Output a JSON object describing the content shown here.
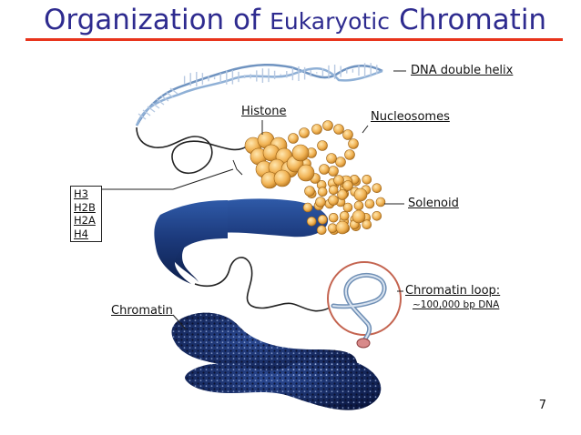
{
  "slide": {
    "title_part1": "Organization of",
    "title_part2": "Eukaryotic",
    "title_part3": "Chromatin",
    "page_number": "7"
  },
  "labels": {
    "dna_double_helix": "DNA double helix",
    "histone": "Histone",
    "nucleosomes": "Nucleosomes",
    "solenoid": "Solenoid",
    "chromatin_loop": "Chromatin loop:",
    "chromatin_loop_detail": "~100,000 bp DNA",
    "chromatin": "Chromatin"
  },
  "histone_list": [
    "H3",
    "H2B",
    "H2A",
    "H4"
  ],
  "colors": {
    "title": "#2e2b8f",
    "title_rule": "#e8341c",
    "helix": "#7a9cc4",
    "nucleosome": "#f0b255",
    "solenoid": "#1e3a78",
    "chromatin": "#1a2d66",
    "loop_circle": "#c56a55"
  }
}
